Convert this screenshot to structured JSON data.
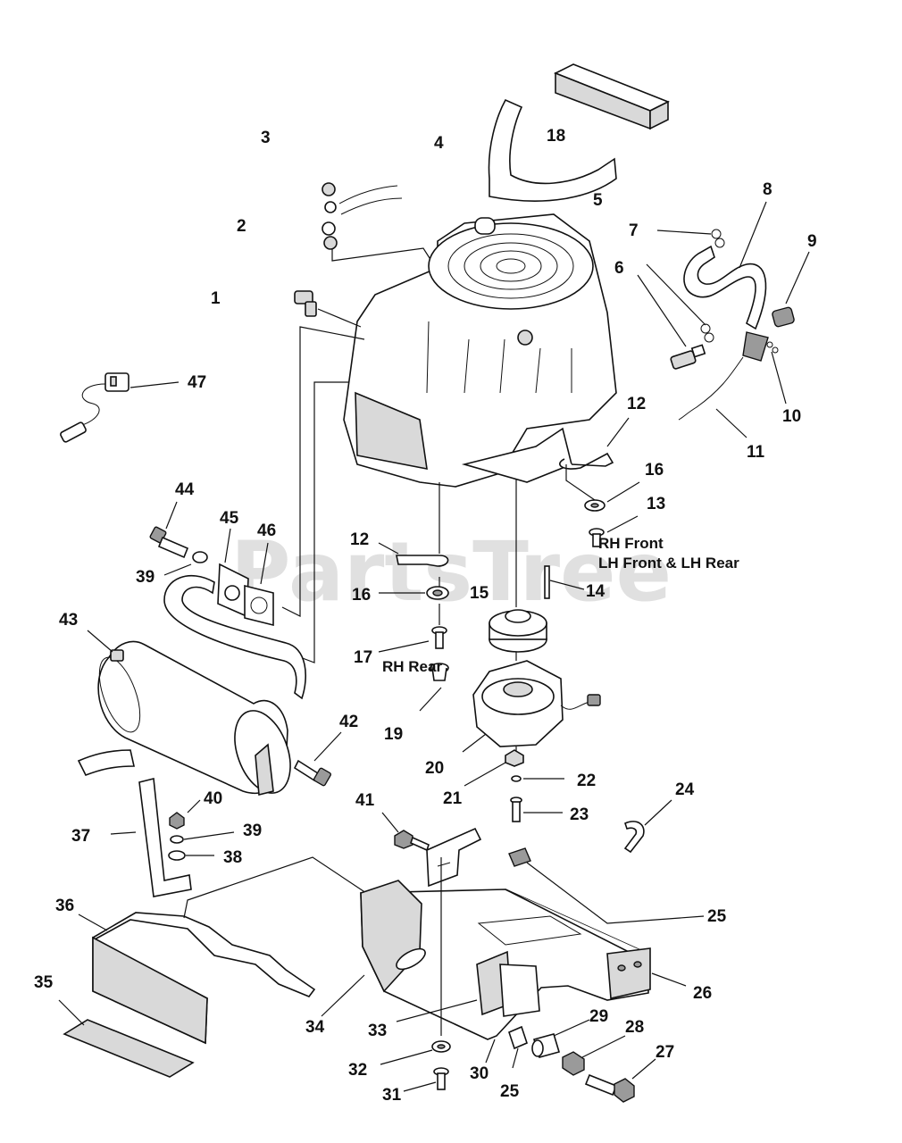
{
  "watermark": "PartsTree",
  "callouts": {
    "c1": "1",
    "c2": "2",
    "c3": "3",
    "c4": "4",
    "c5": "5",
    "c6": "6",
    "c7": "7",
    "c8": "8",
    "c9": "9",
    "c10": "10",
    "c11": "11",
    "c12a": "12",
    "c12b": "12",
    "c13": "13",
    "c14": "14",
    "c15": "15",
    "c16a": "16",
    "c16b": "16",
    "c17": "17",
    "c18": "18",
    "c19": "19",
    "c20": "20",
    "c21": "21",
    "c22": "22",
    "c23": "23",
    "c24": "24",
    "c25a": "25",
    "c25b": "25",
    "c26": "26",
    "c27": "27",
    "c28": "28",
    "c29": "29",
    "c30": "30",
    "c31": "31",
    "c32": "32",
    "c33": "33",
    "c34": "34",
    "c35": "35",
    "c36": "36",
    "c37": "37",
    "c38": "38",
    "c39a": "39",
    "c39b": "39",
    "c40": "40",
    "c41": "41",
    "c42": "42",
    "c43": "43",
    "c44": "44",
    "c45": "45",
    "c46": "46",
    "c47": "47"
  },
  "notes": {
    "rh_front": "RH Front",
    "lh_front_rear": "LH Front & LH Rear",
    "rh_rear": "RH Rear"
  }
}
